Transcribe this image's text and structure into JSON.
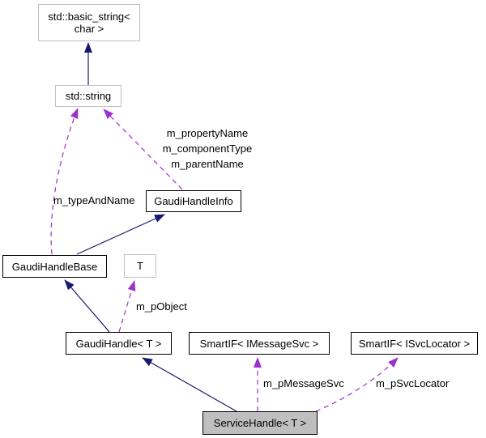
{
  "diagram": {
    "nodes": [
      {
        "id": "std-basic-string",
        "label": "std::basic_string<\nchar >"
      },
      {
        "id": "std-string",
        "label": "std::string"
      },
      {
        "id": "gaudi-handle-info",
        "label": "GaudiHandleInfo"
      },
      {
        "id": "gaudi-handle-base",
        "label": "GaudiHandleBase"
      },
      {
        "id": "template-t",
        "label": "T"
      },
      {
        "id": "gaudi-handle-t",
        "label": "GaudiHandle< T >"
      },
      {
        "id": "smartif-imessagesvc",
        "label": "SmartIF< IMessageSvc >"
      },
      {
        "id": "smartif-isvclocator",
        "label": "SmartIF< ISvcLocator >"
      },
      {
        "id": "service-handle-t",
        "label": "ServiceHandle< T >"
      }
    ],
    "edge_labels": [
      {
        "id": "info-string-members",
        "label": "m_propertyName\nm_componentType\nm_parentName"
      },
      {
        "id": "type-and-name",
        "label": "m_typeAndName"
      },
      {
        "id": "p-object",
        "label": "m_pObject"
      },
      {
        "id": "p-message-svc",
        "label": "m_pMessageSvc"
      },
      {
        "id": "p-svc-locator",
        "label": "m_pSvcLocator"
      }
    ],
    "colors": {
      "inheritance_edge": "#191970",
      "usage_edge": "#9a32cd",
      "external_node_border": "#c0c0c0",
      "documented_node_border": "#000000",
      "focus_node_fill": "#bfbfbf",
      "background": "#ffffff"
    }
  }
}
